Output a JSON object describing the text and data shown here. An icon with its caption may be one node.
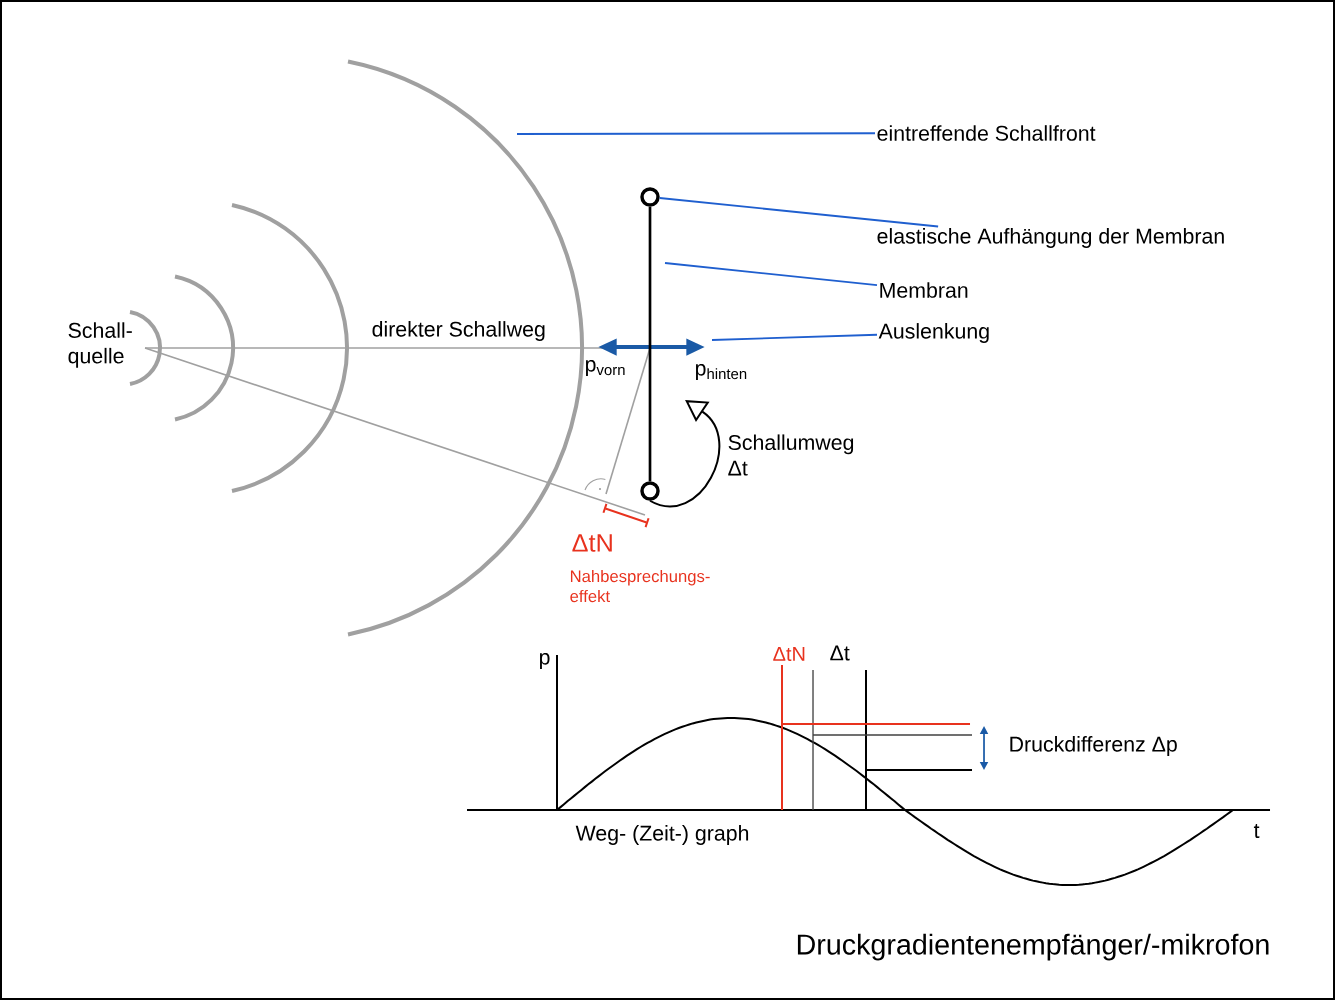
{
  "diagram": {
    "title": "Druckgradientenempfänger/-mikrofon",
    "nodes": [
      {
        "text": [
          "eintreffende Schallfront"
        ]
      },
      {
        "text": [
          "elastische Aufhängung der Membran"
        ]
      },
      {
        "text": [
          "Membran"
        ]
      },
      {
        "text": [
          "Auslenkung"
        ]
      },
      {
        "text": [],
        "shape": "circle"
      },
      {
        "text": [],
        "shape": "circle"
      }
    ],
    "edges": [
      {
        "from": 0,
        "to": null,
        "arrow": "none"
      },
      {
        "from": 1,
        "to": 4,
        "arrow": "none"
      },
      {
        "from": 2,
        "to": null,
        "arrow": "none"
      },
      {
        "from": 3,
        "to": null,
        "arrow": "none"
      },
      {
        "from": 4,
        "to": 5,
        "arrow": "none",
        "color": "#000000"
      },
      {
        "from": 5,
        "to": null,
        "arrow": "to",
        "color": "#000000"
      }
    ],
    "labels": [
      "Schall- quelle",
      "direkter Schallweg",
      "p$_{vorn}$",
      "p$_{hinten}$",
      "Schallumweg Δt",
      "ΔtN",
      "Nahbesprechungs- effekt",
      "p",
      "ΔtN",
      "Δt",
      "Druckdifferenz Δp",
      "Weg- (Zeit-) graph",
      "t"
    ]
  }
}
